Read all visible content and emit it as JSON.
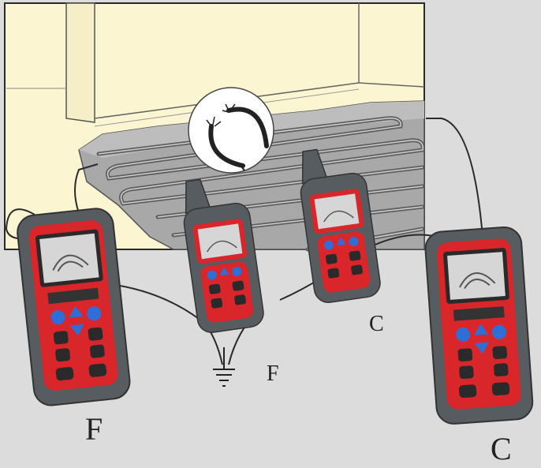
{
  "scene": {
    "description_role": "illustration",
    "colors": {
      "background": "#dcdcdc",
      "wall": "#fbf5d2",
      "floor_base": "#a9a9a9",
      "pipe": "#6e6e6e",
      "device_body": "#555a5f",
      "device_accent": "#d8262b",
      "screen": "#d7d7d7",
      "button_blue": "#2d6fd6",
      "button_dark": "#2a2a2a"
    },
    "icons": [
      "tester-device-icon",
      "clamp-meter-icon",
      "ground-symbol-icon",
      "broken-wire-icon"
    ]
  },
  "labels": {
    "left_device": "F",
    "clamp_left": "F",
    "clamp_right": "C",
    "right_device": "C"
  }
}
